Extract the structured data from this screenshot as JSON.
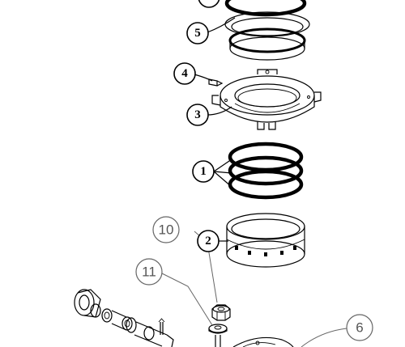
{
  "diagram": {
    "callouts": [
      {
        "id": "c1",
        "label": "1"
      },
      {
        "id": "c2",
        "label": "2"
      },
      {
        "id": "c3",
        "label": "3"
      },
      {
        "id": "c4",
        "label": "4"
      },
      {
        "id": "c5",
        "label": "5"
      },
      {
        "id": "c6",
        "label": "6"
      },
      {
        "id": "c10",
        "label": "10"
      },
      {
        "id": "c11",
        "label": "11"
      }
    ]
  },
  "colors": {
    "line": "#000000",
    "callout_new": "#666666",
    "background": "#ffffff"
  }
}
